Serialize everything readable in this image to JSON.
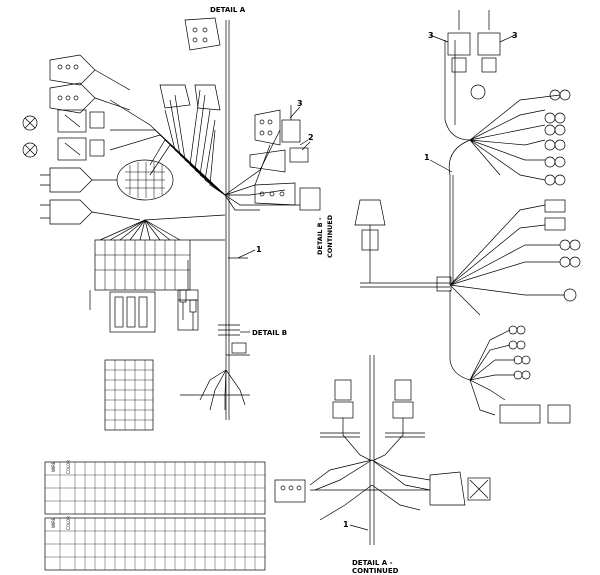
{
  "diagram": {
    "detail_a_label": "DETAIL A",
    "detail_b_label": "DETAIL B",
    "detail_b_continued_label_line1": "DETAIL B -",
    "detail_b_continued_label_line2": "CONTINUED",
    "detail_a_continued_label_line1": "DETAIL A -",
    "detail_a_continued_label_line2": "CONTINUED",
    "callout_1": "1",
    "callout_2": "2",
    "callout_3": "3"
  },
  "tables": {
    "wire_table_header_1": "WIRE",
    "wire_table_header_2": "COLOR"
  }
}
